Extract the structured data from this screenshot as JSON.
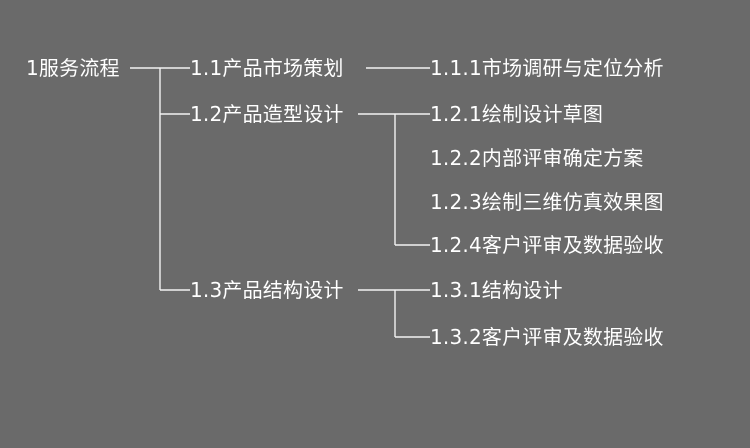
{
  "tree": {
    "root": {
      "label": "1服务流程"
    },
    "level2": [
      {
        "label": "1.1产品市场策划"
      },
      {
        "label": "1.2产品造型设计"
      },
      {
        "label": "1.3产品结构设计"
      }
    ],
    "level3": [
      {
        "label": "1.1.1市场调研与定位分析"
      },
      {
        "label": "1.2.1绘制设计草图"
      },
      {
        "label": "1.2.2内部评审确定方案"
      },
      {
        "label": "1.2.3绘制三维仿真效果图"
      },
      {
        "label": "1.2.4客户评审及数据验收"
      },
      {
        "label": "1.3.1结构设计"
      },
      {
        "label": "1.3.2客户评审及数据验收"
      }
    ]
  },
  "colors": {
    "background": "#6a6a6a",
    "line": "#f2f2f2",
    "text": "#ffffff"
  }
}
